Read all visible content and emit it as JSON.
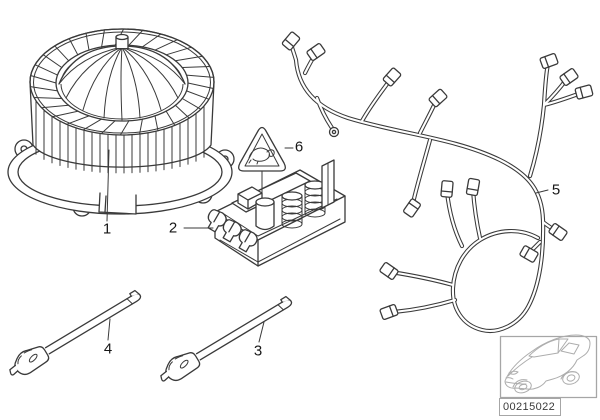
{
  "diagram": {
    "type": "parts-diagram",
    "colors": {
      "background": "#ffffff",
      "ink": "#3a3a3a",
      "muted_drawing": "#adadad",
      "label_text": "#161616"
    },
    "callouts": [
      {
        "label": "1"
      },
      {
        "label": "2"
      },
      {
        "label": "3"
      },
      {
        "label": "4"
      },
      {
        "label": "5"
      },
      {
        "label": "6"
      }
    ],
    "stamp": {
      "part_number": "00215022"
    },
    "icons": {
      "warning_label": "warning-triangle-icon",
      "vehicle_thumbnail": "car-silhouette-icon",
      "ring_terminal": "ring-terminal-icon"
    }
  }
}
